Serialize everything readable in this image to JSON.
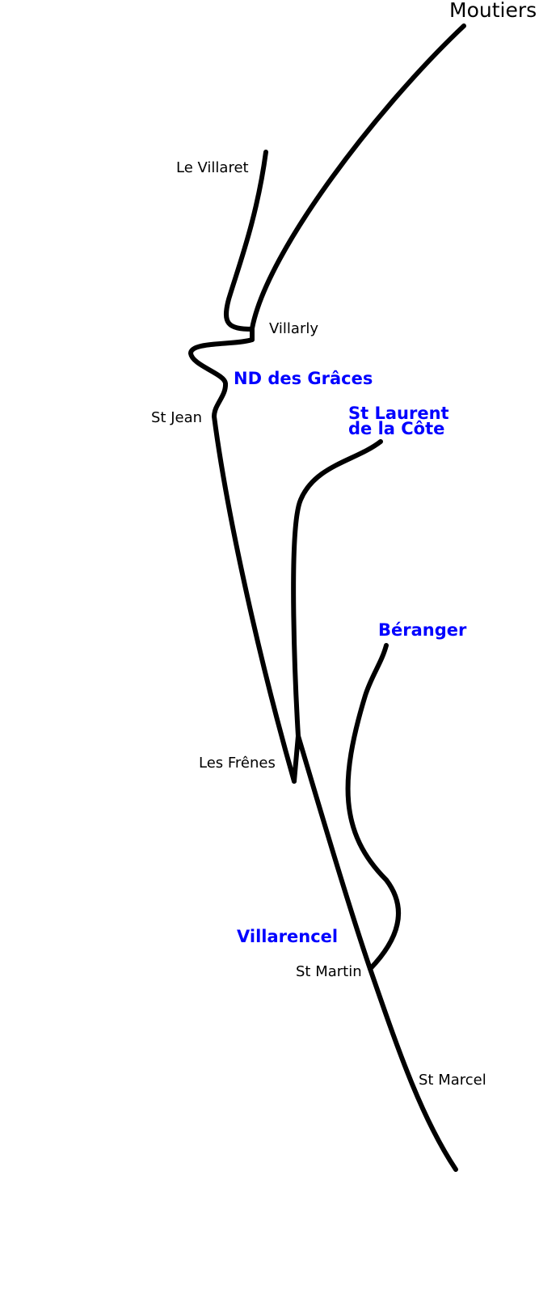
{
  "colors": {
    "road": "#000000",
    "place_small": "#000000",
    "place_major": "#0000ff",
    "background": "#ffffff"
  },
  "places": {
    "moutiers": "Moutiers",
    "le_villaret": "Le Villaret",
    "villarly": "Villarly",
    "nd_des_graces": "ND des Grâces",
    "st_jean": "St Jean",
    "st_laurent_line1": "St Laurent",
    "st_laurent_line2": "de la Côte",
    "beranger": "Béranger",
    "les_frenes": "Les Frênes",
    "villarencel": "Villarencel",
    "st_martin": "St Martin",
    "st_marcel": "St Marcel"
  }
}
